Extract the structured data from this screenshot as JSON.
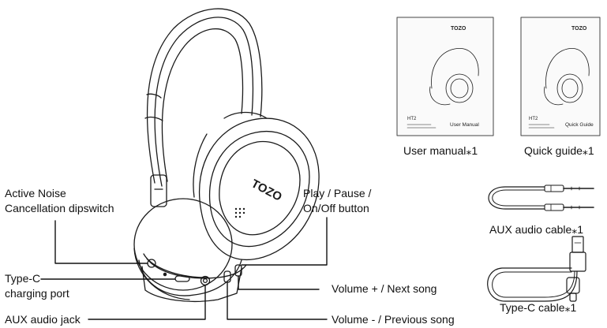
{
  "labels": {
    "anc_line1": "Active Noise",
    "anc_line2": "Cancellation dipswitch",
    "typec_line1": "Type-C",
    "typec_line2": "charging port",
    "aux_jack": "AUX audio jack",
    "play_line1": "Play / Pause /",
    "play_line2": "On/Off button",
    "vol_plus": "Volume + / Next song",
    "vol_minus": "Volume - / Previous song"
  },
  "accessories": {
    "user_manual": "User manual⁎1",
    "quick_guide": "Quick guide⁎1",
    "aux_cable": "AUX audio cable⁎1",
    "typec_cable": "Type-C cable⁎1"
  },
  "booklets": {
    "brand": "TOZO",
    "model": "HT2",
    "user_manual_title": "User Manual",
    "quick_guide_title": "Quick Guide"
  },
  "headphone": {
    "brand": "TOZO"
  }
}
